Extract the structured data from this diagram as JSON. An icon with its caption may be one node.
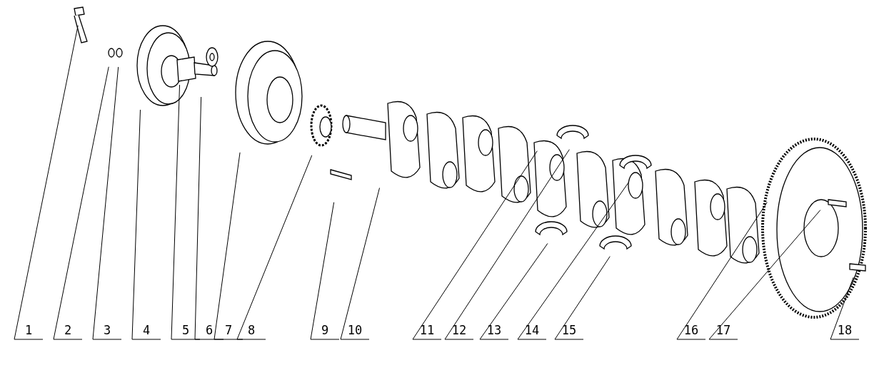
{
  "diagram": {
    "nodes": [
      {
        "text": [
          "1"
        ]
      },
      {
        "text": [
          "2"
        ]
      },
      {
        "text": [
          "3"
        ]
      },
      {
        "text": [
          "4"
        ]
      },
      {
        "text": [
          "5"
        ]
      },
      {
        "text": [
          "6"
        ]
      },
      {
        "text": [
          "7"
        ]
      },
      {
        "text": [
          "8"
        ]
      },
      {
        "text": [
          "9"
        ]
      },
      {
        "text": [
          "10"
        ]
      },
      {
        "text": [
          "11"
        ]
      },
      {
        "text": [
          "12"
        ]
      },
      {
        "text": [
          "13"
        ]
      },
      {
        "text": [
          "14"
        ]
      },
      {
        "text": [
          "15"
        ]
      },
      {
        "text": [
          "16"
        ]
      },
      {
        "text": [
          "17"
        ]
      },
      {
        "text": [
          "18"
        ]
      }
    ],
    "edges": [
      {
        "from": 0,
        "to": null,
        "arrow": "none"
      },
      {
        "from": 1,
        "to": null,
        "arrow": "none"
      },
      {
        "from": 2,
        "to": null,
        "arrow": "none"
      },
      {
        "from": 3,
        "to": null,
        "arrow": "none"
      },
      {
        "from": 4,
        "to": null,
        "arrow": "none"
      },
      {
        "from": 5,
        "to": null,
        "arrow": "none"
      },
      {
        "from": 6,
        "to": null,
        "arrow": "none"
      },
      {
        "from": 7,
        "to": null,
        "arrow": "none"
      },
      {
        "from": 8,
        "to": null,
        "arrow": "none"
      },
      {
        "from": 9,
        "to": null,
        "arrow": "none"
      },
      {
        "from": 10,
        "to": null,
        "arrow": "none"
      },
      {
        "from": 11,
        "to": null,
        "arrow": "none"
      },
      {
        "from": 12,
        "to": null,
        "arrow": "none"
      },
      {
        "from": 13,
        "to": null,
        "arrow": "none"
      },
      {
        "from": 14,
        "to": null,
        "arrow": "none"
      },
      {
        "from": 15,
        "to": null,
        "arrow": "none"
      },
      {
        "from": 16,
        "to": null,
        "arrow": "none"
      },
      {
        "from": 17,
        "to": null,
        "arrow": "none"
      }
    ]
  }
}
